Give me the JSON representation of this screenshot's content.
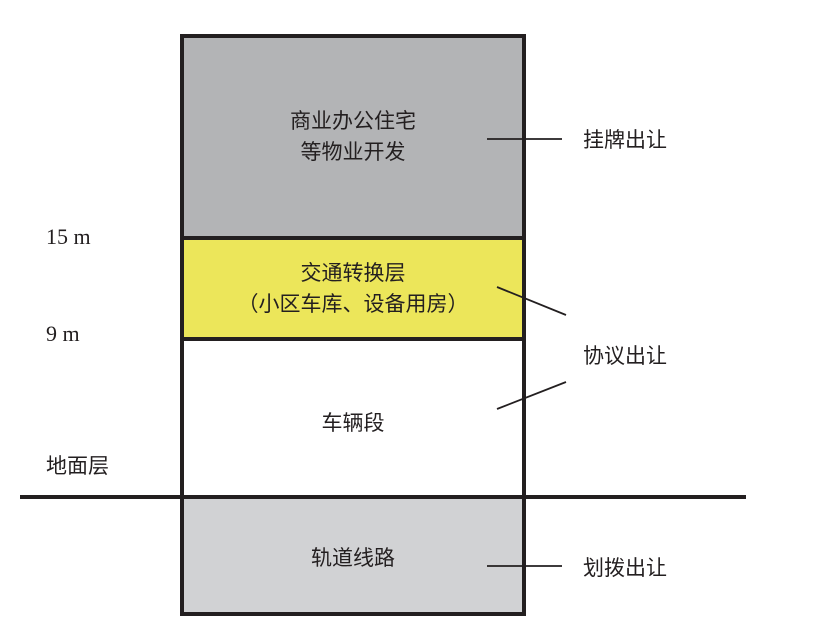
{
  "colors": {
    "top_block": "#b3b4b6",
    "transfer_layer": "#ece65a",
    "depot": "#ffffff",
    "underground": "#d1d2d4",
    "line": "#231f20"
  },
  "blocks": {
    "top": {
      "line1": "商业办公住宅",
      "line2": "等物业开发"
    },
    "transfer": {
      "line1": "交通转换层",
      "line2": "（小区车库、设备用房）"
    },
    "depot": {
      "label": "车辆段"
    },
    "underground": {
      "label": "轨道线路"
    }
  },
  "levels": {
    "l15": "15 m",
    "l9": "9 m",
    "ground": "地面层"
  },
  "callouts": {
    "listed": "挂牌出让",
    "agreement": "协议出让",
    "allocation": "划拨出让"
  }
}
